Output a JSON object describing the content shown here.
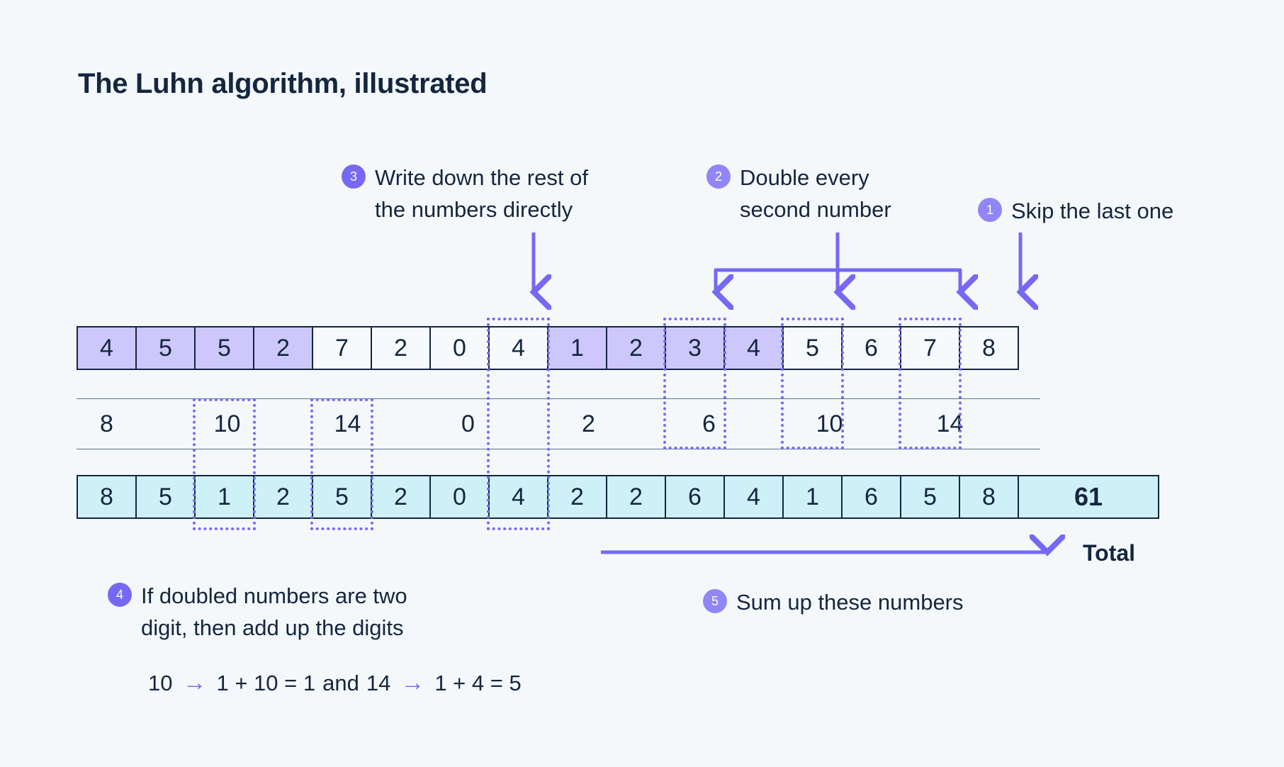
{
  "page_title": "The Luhn algorithm, illustrated",
  "colors": {
    "background": "#f4f8fb",
    "ink": "#14263f",
    "accent_purple": "#7569f4",
    "highlight_purple": "#cdc7fb",
    "highlight_cyan": "#cdf1f7",
    "rule_gray": "#5d7184"
  },
  "callouts": [
    {
      "number": "1",
      "text": "Skip the last one"
    },
    {
      "number": "2",
      "text": "Double every\nsecond number"
    },
    {
      "number": "3",
      "text": "Write down the rest of\nthe numbers directly"
    },
    {
      "number": "4",
      "text": "If doubled numbers are two\ndigit, then add up the digits"
    },
    {
      "number": "5",
      "text": "Sum up these numbers"
    }
  ],
  "rows": {
    "digits": {
      "label": "card-number-digits",
      "values": [
        "4",
        "5",
        "5",
        "2",
        "7",
        "2",
        "0",
        "4",
        "1",
        "2",
        "3",
        "4",
        "5",
        "6",
        "7",
        "8"
      ],
      "highlighted_indices": [
        0,
        1,
        2,
        3,
        8,
        9,
        10,
        11
      ]
    },
    "doubled": {
      "label": "doubled-values",
      "values": [
        "8",
        "",
        "10",
        "",
        "14",
        "",
        "0",
        "",
        "2",
        "",
        "6",
        "",
        "10",
        "",
        "14",
        ""
      ]
    },
    "summed": {
      "label": "final-digits",
      "values": [
        "8",
        "5",
        "1",
        "2",
        "5",
        "2",
        "0",
        "4",
        "2",
        "2",
        "6",
        "4",
        "1",
        "6",
        "5",
        "8"
      ],
      "total": "61"
    }
  },
  "total_label": "Total",
  "formula": {
    "left_value": "10",
    "left_result": "1 + 10 = 1",
    "conjunction": "and",
    "right_value": "14",
    "right_result": "1 + 4 = 5",
    "arrow_glyph": "→"
  },
  "dotted_columns_note": "dotted purple outlines mark columns 3, 5, 8, 11, 13, 15"
}
